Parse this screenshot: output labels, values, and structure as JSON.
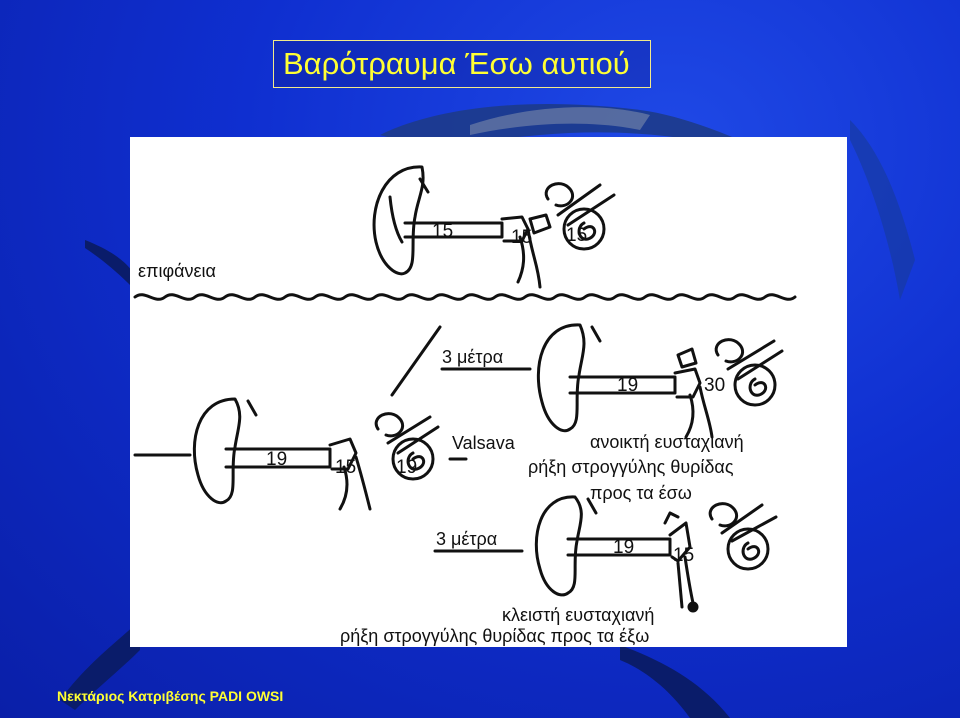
{
  "slide": {
    "title": "Βαρότραυμα Έσω αυτιού",
    "footer": "Νεκτάριος Κατριβέσης PADI OWSI"
  },
  "diagram": {
    "surface_label": "επιφάνεια",
    "top_ear": {
      "outer": "15",
      "middle": "15",
      "inner": "15"
    },
    "right_ear": {
      "depth": "3 μέτρα",
      "outer": "19",
      "inner": "30"
    },
    "left_ear": {
      "outer": "19",
      "middle": "15",
      "inner": "19"
    },
    "valsalva_label": "Valsava",
    "open_text_1": "ανοικτή ευσταχιανή",
    "open_text_2": "ρήξη στρογγύλης θυρίδας",
    "open_text_3": "προς τα έσω",
    "bottom_ear": {
      "depth": "3 μέτρα",
      "outer": "19",
      "middle": "15"
    },
    "closed_text_1": "κλειστή ευσταχιανή",
    "closed_text_2": "ρήξη στρογγύλης θυρίδας προς τα έξω"
  },
  "colors": {
    "title": "#ffff33",
    "background": "#1236d6",
    "panel": "#ffffff"
  }
}
